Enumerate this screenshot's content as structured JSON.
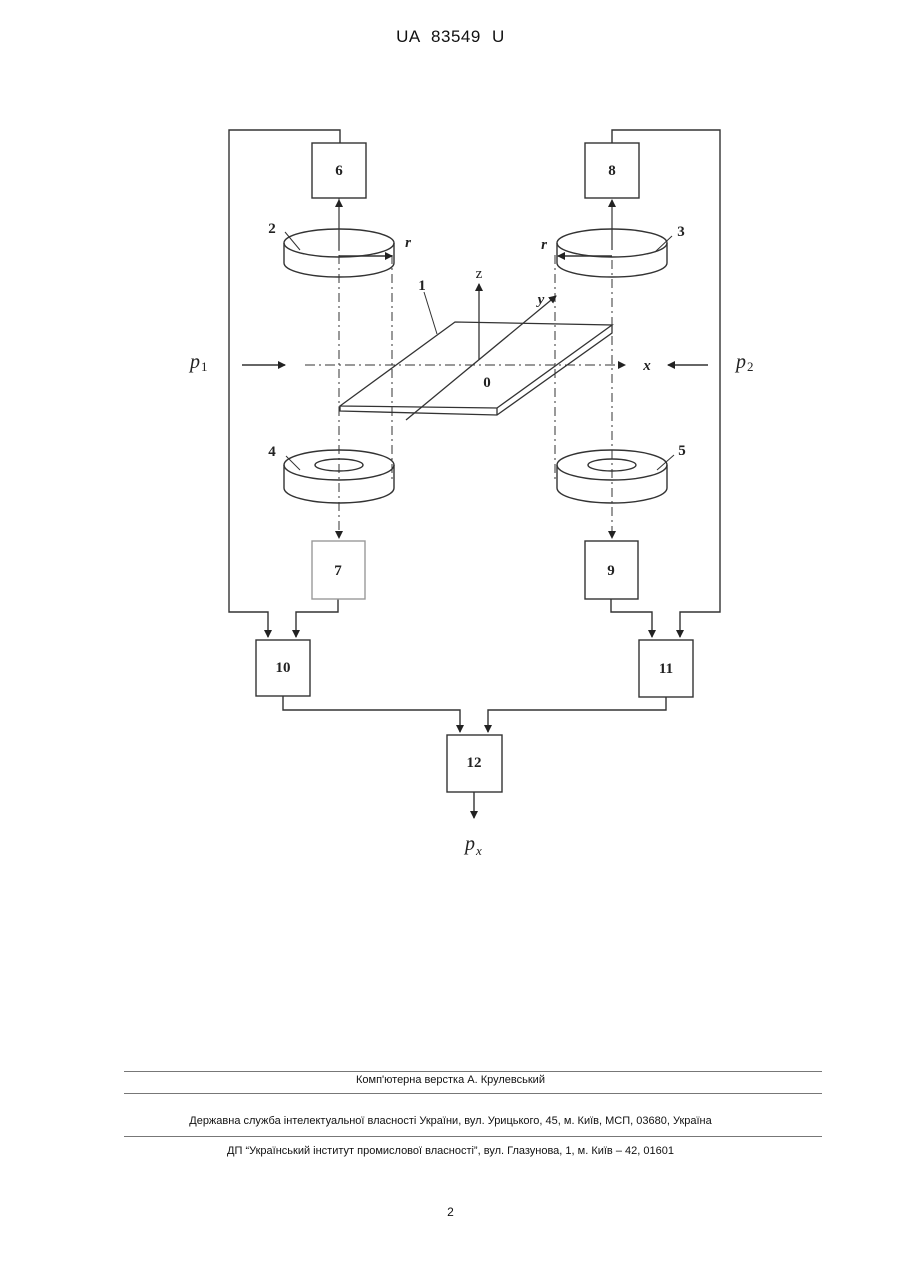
{
  "header": {
    "patent_number": "UA 83549 U"
  },
  "figure": {
    "blocks": {
      "b6": "6",
      "b7": "7",
      "b8": "8",
      "b9": "9",
      "b10": "10",
      "b11": "11",
      "b12": "12"
    },
    "components": {
      "c1": "1",
      "c2": "2",
      "c3": "3",
      "c4": "4",
      "c5": "5"
    },
    "axes": {
      "x": "x",
      "y": "y",
      "z": "z",
      "origin": "0"
    },
    "radius_label": "r",
    "p1": {
      "base": "p",
      "sub": "1"
    },
    "p2": {
      "base": "p",
      "sub": "2"
    },
    "px": {
      "base": "p",
      "sub": "x"
    }
  },
  "footer": {
    "layout_credit": "Комп'ютерна верстка А. Крулевський",
    "office": "Державна служба інтелектуальної власності України, вул. Урицького, 45, м. Київ, МСП, 03680, Україна",
    "institute": "ДП “Український інститут промислової власності”, вул. Глазунова, 1, м. Київ – 42, 01601"
  },
  "page_number": "2"
}
